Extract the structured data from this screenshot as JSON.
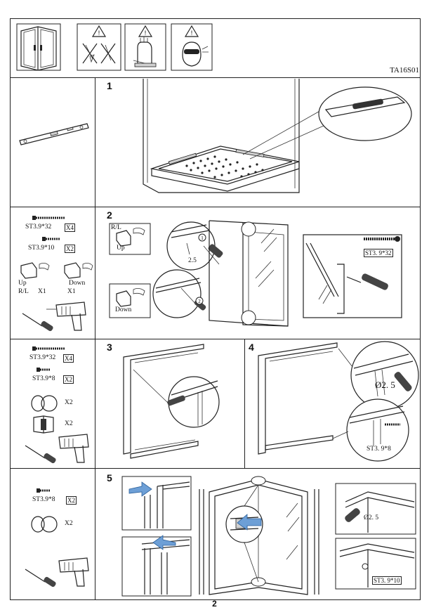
{
  "header": {
    "model_code": "TA16S01"
  },
  "page_number": "2",
  "steps": [
    {
      "number": "1"
    },
    {
      "number": "2"
    },
    {
      "number": "3"
    },
    {
      "number": "4"
    },
    {
      "number": "5"
    }
  ],
  "parts": {
    "row2": {
      "screw1_label": "ST3.9*32",
      "screw1_qty": "X4",
      "screw2_label": "ST3.9*10",
      "screw2_qty": "X2",
      "up_label": "Up",
      "down_label": "Down",
      "rl_label": "R/L",
      "up_qty": "X1",
      "down_qty": "X1"
    },
    "row3": {
      "screw1_label": "ST3.9*32",
      "screw1_qty": "X4",
      "screw2_label": "ST3.9*8",
      "screw2_qty": "X2",
      "cap_qty": "X2",
      "clip_qty": "X2"
    },
    "row4": {
      "screw_label": "ST3.9*8",
      "screw_qty": "X2",
      "cap_qty": "X2"
    }
  },
  "step2": {
    "rl_label": "R/L",
    "up_label": "Up",
    "down_label": "Down",
    "drill_size": "2.5",
    "screw_callout": "ST3. 9*32"
  },
  "step4": {
    "drill_size": "Ø2. 5",
    "screw_callout": "ST3. 9*8"
  },
  "step5": {
    "drill_size": "Ø2. 5",
    "screw_callout": "ST3. 9*10"
  },
  "icons": [
    "shower-enclosure-icon",
    "no-sharp-tools-warning-icon",
    "wear-gloves-warning-icon",
    "wear-goggles-warning-icon"
  ]
}
